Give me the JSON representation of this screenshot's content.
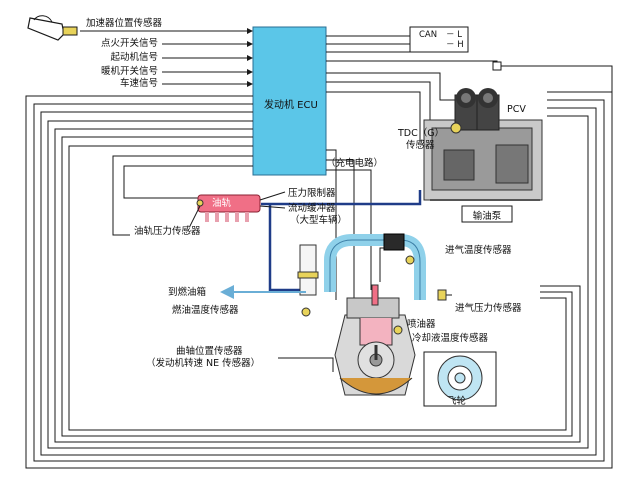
{
  "diagram": {
    "ecu": "发动机 ECU",
    "inputs": {
      "accelerator": "加速器位置传感器",
      "ignition": "点火开关信号",
      "starter": "起动机信号",
      "heater": "暖机开关信号",
      "speed": "车速信号"
    },
    "can": {
      "name": "CAN",
      "low": "－ L",
      "high": "－ H"
    },
    "charging": "（充电电路）",
    "rail": {
      "name": "油轨",
      "pressure_limiter": "压力限制器",
      "flow_damper": "流动缓冲器",
      "large_vehicle": "（大型车辆）",
      "rail_pressure_sensor": "油轨压力传感器"
    },
    "pump": {
      "pcv": "PCV",
      "tdc_line1": "TDC（G）",
      "tdc_line2": "传感器",
      "supply_pump": "输油泵"
    },
    "engine": {
      "intake_temp": "进气温度传感器",
      "to_tank": "到燃油箱",
      "fuel_temp": "燃油温度传感器",
      "boost_pressure": "进气压力传感器",
      "injector": "喷油器",
      "coolant_temp": "冷却液温度传感器",
      "crank_line1": "曲轴位置传感器",
      "crank_line2": "（发动机转速 NE 传感器）",
      "flywheel": "飞轮"
    },
    "colors": {
      "ecu_fill": "#5bc6e8",
      "pipe_blue": "#8fd1ea",
      "fuel_line": "#1f3c88",
      "rail_pink": "#f06f86",
      "wire": "#1a1a1a"
    }
  }
}
